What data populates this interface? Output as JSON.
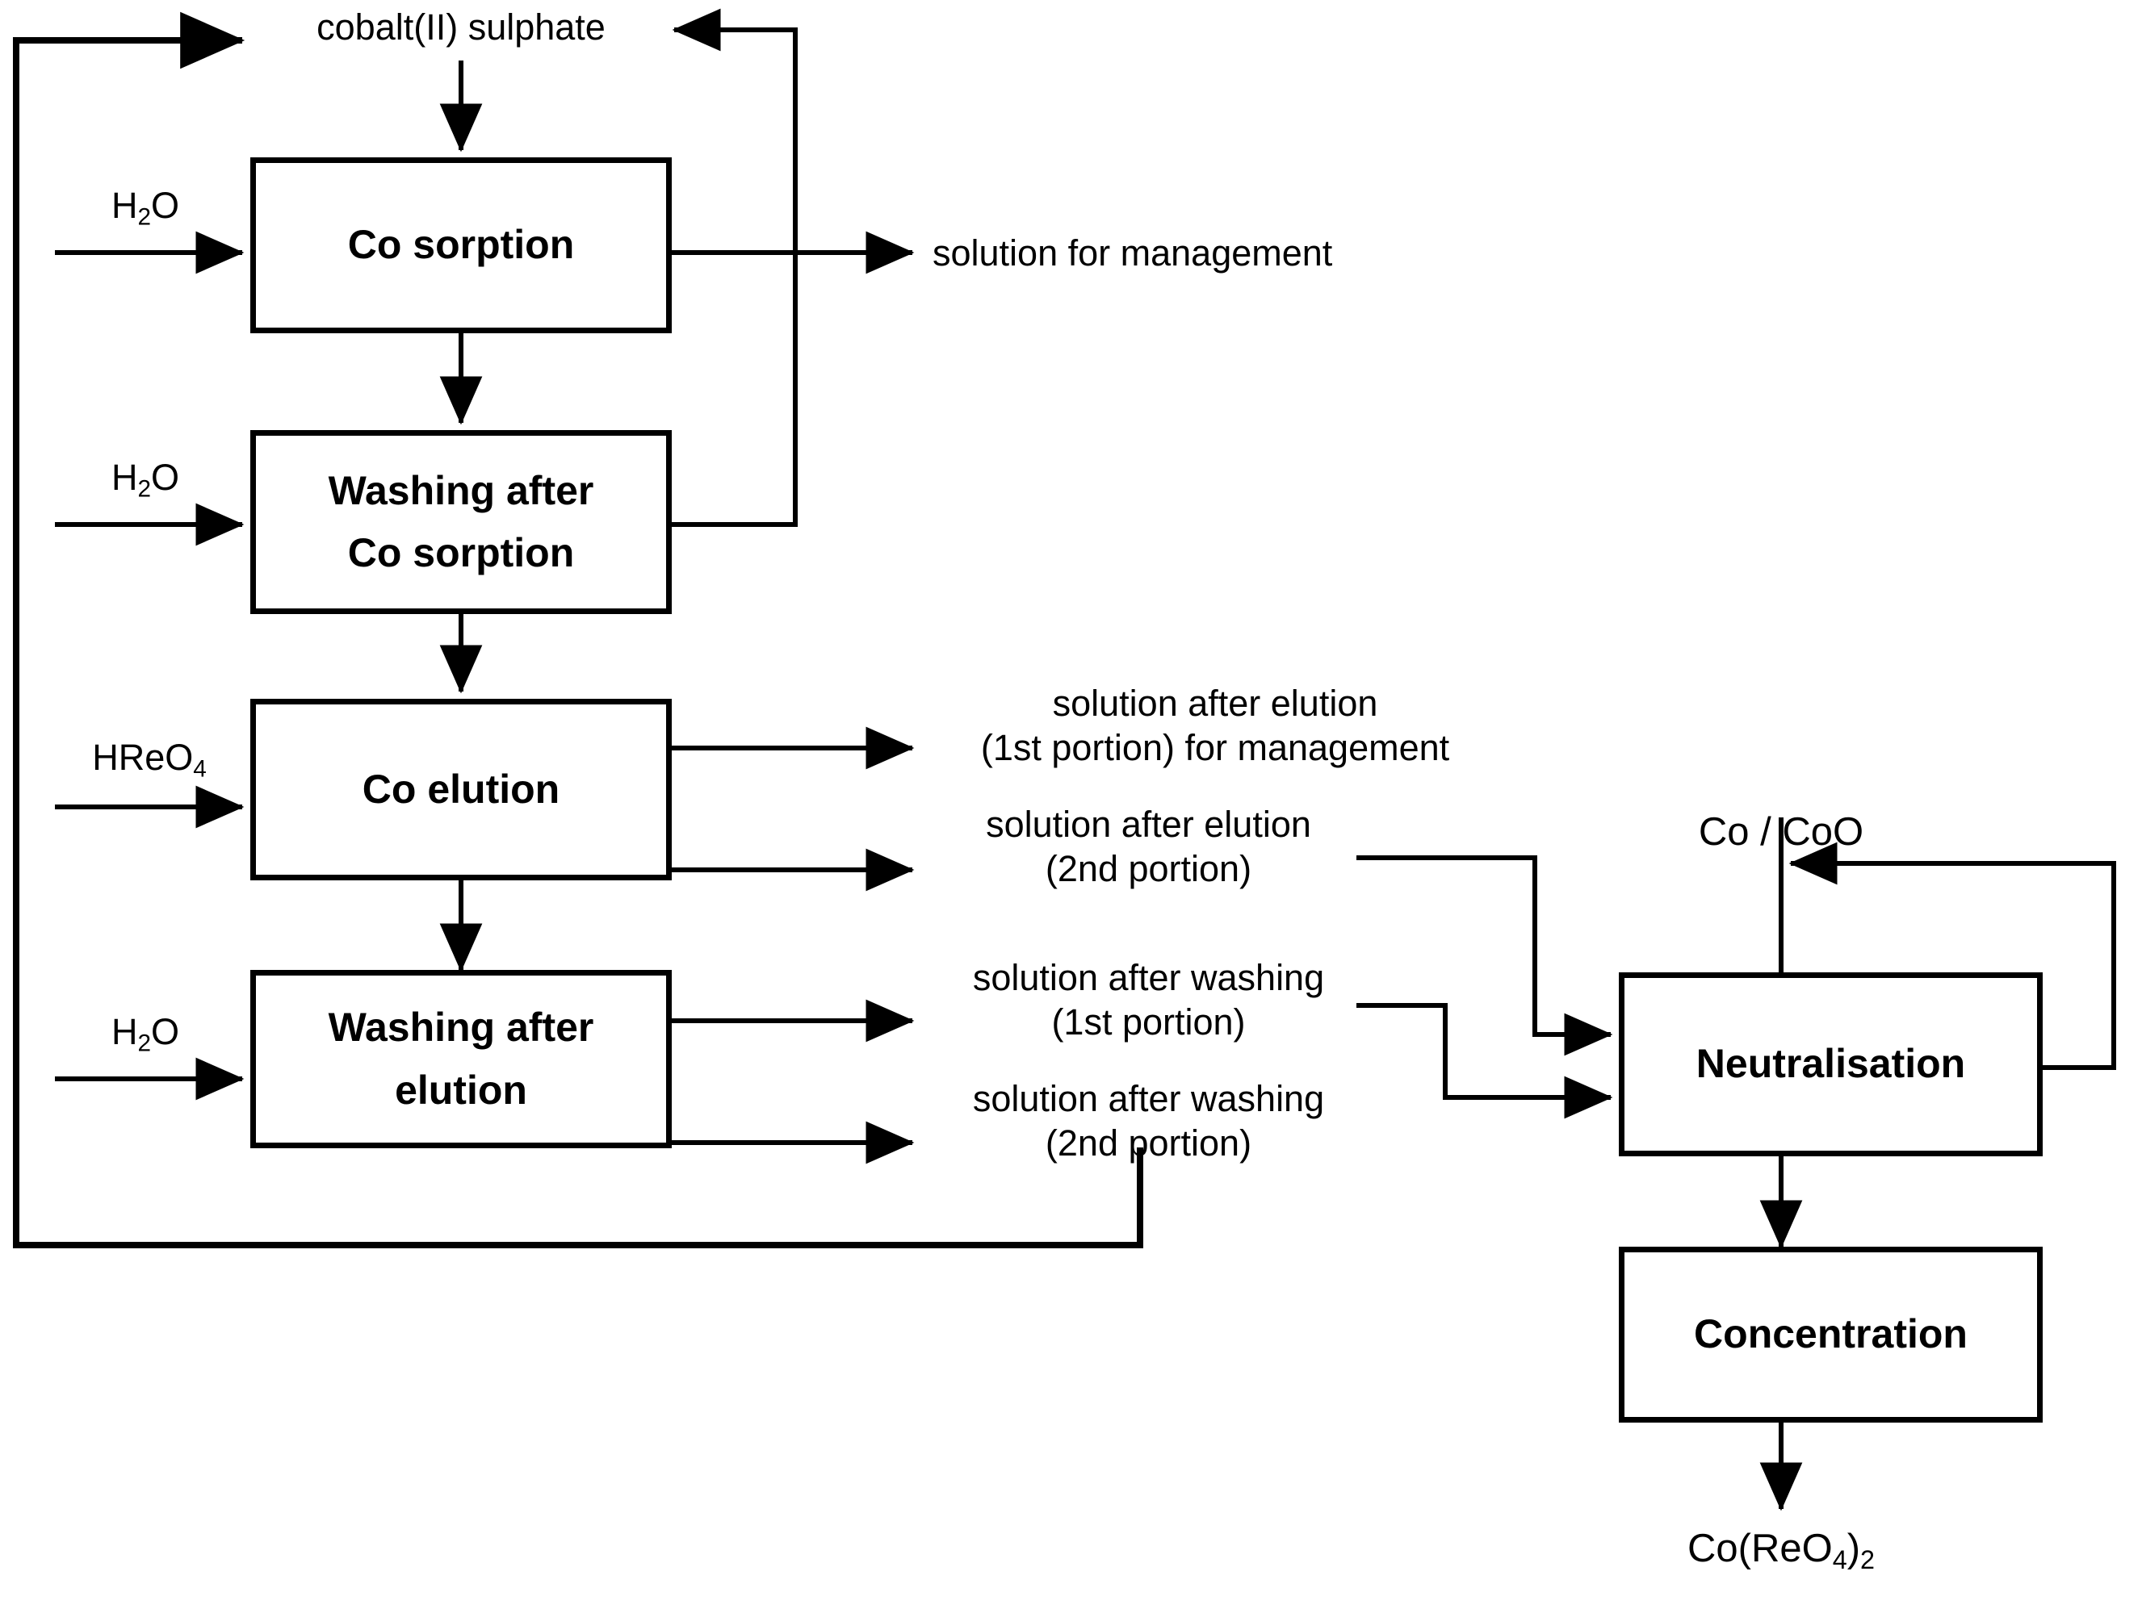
{
  "diagram": {
    "title": "Cobalt perrhenate production flowsheet",
    "stroke_color": "#000000",
    "background_color": "#ffffff"
  },
  "process_boxes": [
    {
      "id": "co-sorption",
      "label": "Co sorption"
    },
    {
      "id": "washing-after-co-sorption",
      "label_line1": "Washing after",
      "label_line2": "Co sorption"
    },
    {
      "id": "co-elution",
      "label": "Co elution"
    },
    {
      "id": "washing-after-elution",
      "label_line1": "Washing after",
      "label_line2": "elution"
    },
    {
      "id": "neutralisation",
      "label": "Neutralisation"
    },
    {
      "id": "concentration",
      "label": "Concentration"
    }
  ],
  "stream_labels": {
    "cobalt_sulphate": "cobalt(II) sulphate",
    "water_1": "H",
    "water_1_sub": "2",
    "water_1_tail": "O",
    "water_2": "H",
    "water_2_sub": "2",
    "water_2_tail": "O",
    "water_3": "H",
    "water_3_sub": "2",
    "water_3_tail": "O",
    "hreo4": "HReO",
    "hreo4_sub": "4",
    "solution_for_management": "solution for management",
    "elution_1_line1": "solution after elution",
    "elution_1_line2": "(1st portion) for management",
    "elution_2_line1": "solution after elution",
    "elution_2_line2": "(2nd portion)",
    "washing_1_line1": "solution after washing",
    "washing_1_line2": "(1st portion)",
    "washing_2_line1": "solution after washing",
    "washing_2_line2": "(2nd portion)",
    "co_coo": "Co / CoO",
    "product": "Co(ReO",
    "product_sub": "4",
    "product_tail": ")",
    "product_sub2": "2"
  }
}
